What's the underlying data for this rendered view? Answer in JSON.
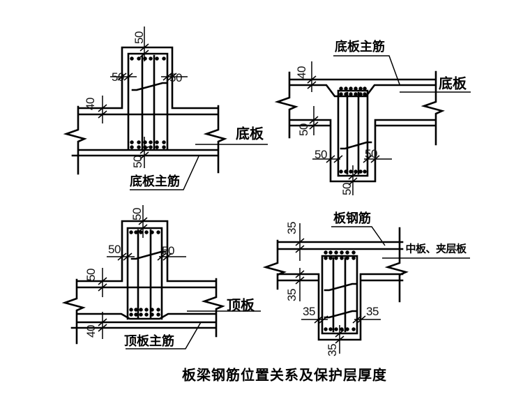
{
  "colors": {
    "line": "#000000",
    "background": "#ffffff"
  },
  "caption": "板梁钢筋位置关系及保护层厚度",
  "diagrams": {
    "top_left": {
      "description": "upstand beam on bottom slab",
      "slab_label": "底板",
      "rebar_label": "底板主筋",
      "dims": {
        "beam_top": "50",
        "beam_left": "50",
        "beam_right": "50",
        "slab_top": "40",
        "slab_bottom": "50"
      }
    },
    "top_right": {
      "description": "downstand beam under bottom slab",
      "slab_label": "底板",
      "rebar_label": "底板主筋",
      "dims": {
        "slab_top": "40",
        "slab_bottom": "50",
        "beam_left": "50",
        "beam_right": "50",
        "beam_bottom": "50"
      }
    },
    "bottom_left": {
      "description": "upstand beam on top slab",
      "slab_label": "顶板",
      "rebar_label": "顶板主筋",
      "dims": {
        "beam_top": "50",
        "beam_left": "50",
        "beam_right": "50",
        "slab_top": "50",
        "slab_bottom": "40"
      }
    },
    "bottom_right": {
      "description": "downstand beam under middle slab",
      "slab_label": "中板、夹层板",
      "rebar_label": "板钢筋",
      "dims": {
        "slab_top": "35",
        "slab_bottom": "35",
        "beam_left": "35",
        "beam_right": "35",
        "beam_bottom": "35"
      }
    }
  }
}
